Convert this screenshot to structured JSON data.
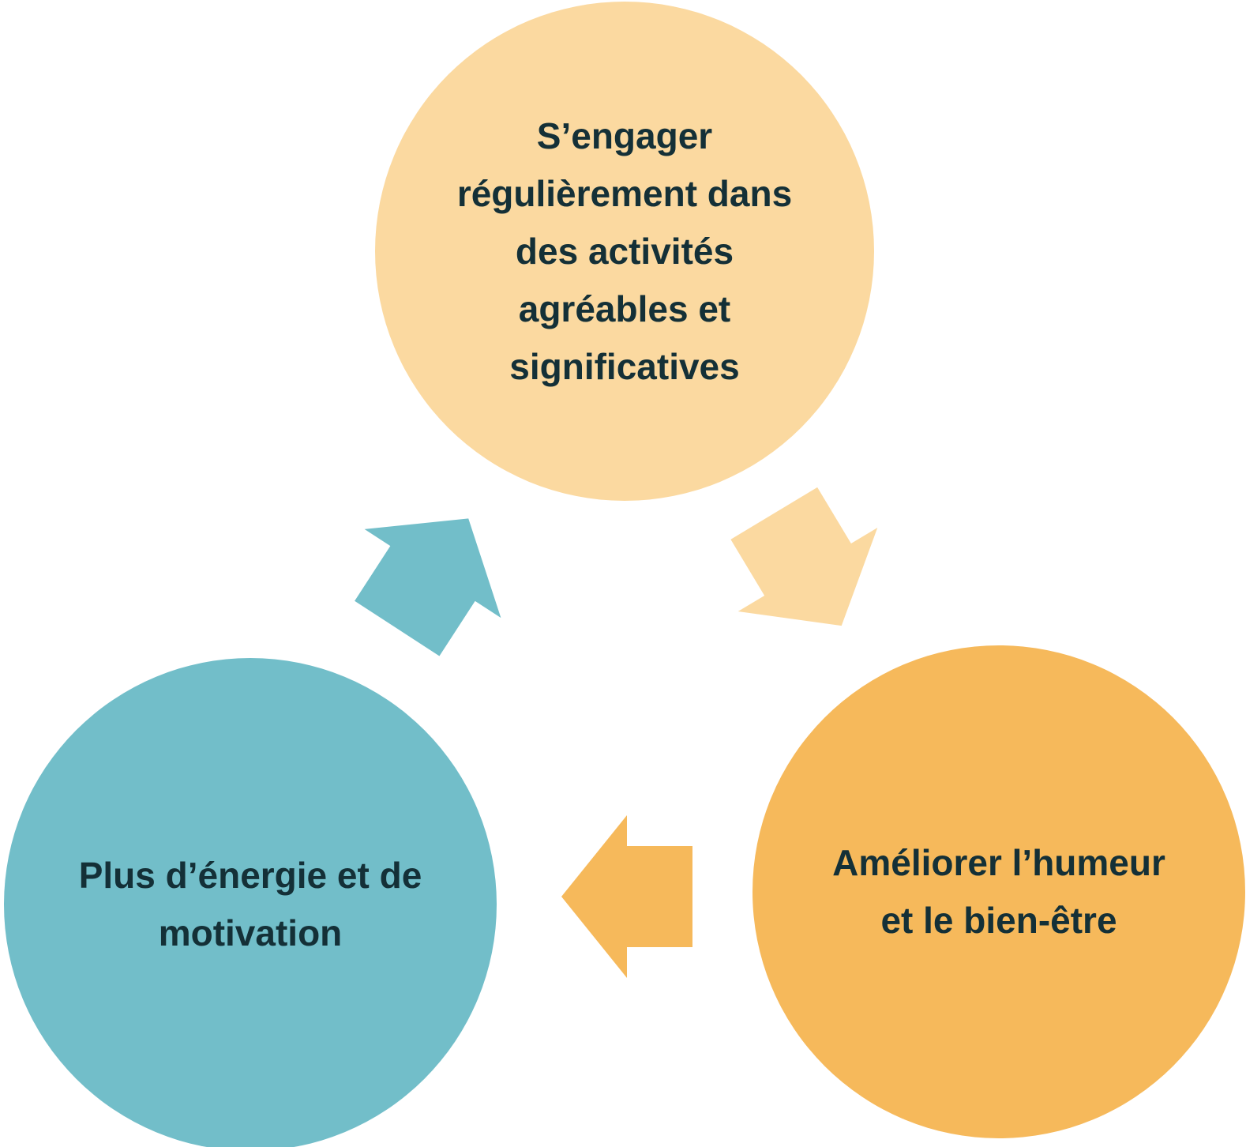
{
  "diagram": {
    "type": "cycle",
    "background_color": "#FFFFFF",
    "text_color": "#143037",
    "nodes": [
      {
        "id": "activities",
        "label": "S’engager\nrégulièrement dans\ndes activités\nagréables et\nsignificatives",
        "color": "#FBD9A0",
        "position": "top"
      },
      {
        "id": "mood",
        "label": "Améliorer l’humeur\net le bien-être",
        "color": "#F6B95B",
        "position": "bottom-right"
      },
      {
        "id": "energy",
        "label": "Plus d’énergie et de\nmotivation",
        "color": "#72BEC9",
        "position": "bottom-left"
      }
    ],
    "arrows": [
      {
        "id": "activities-to-mood",
        "from": "activities",
        "to": "mood",
        "color": "#FBD9A0",
        "direction": "down-right"
      },
      {
        "id": "mood-to-energy",
        "from": "mood",
        "to": "energy",
        "color": "#F6B95B",
        "direction": "left"
      },
      {
        "id": "energy-to-activities",
        "from": "energy",
        "to": "activities",
        "color": "#72BEC9",
        "direction": "up-right"
      }
    ]
  }
}
